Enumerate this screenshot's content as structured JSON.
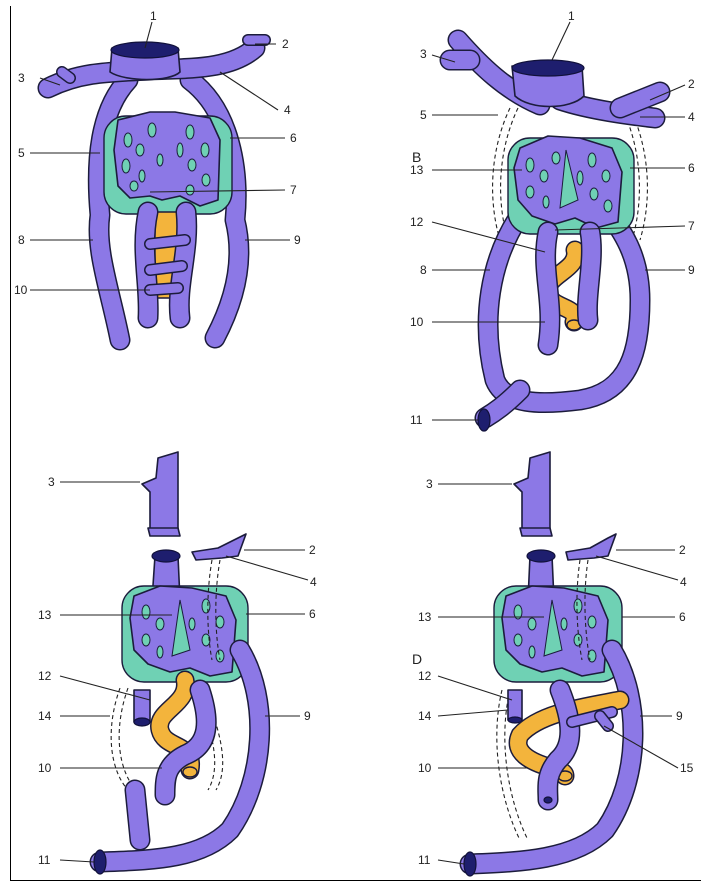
{
  "panels": {
    "b": "B",
    "d": "D"
  },
  "labels": {
    "a": {
      "n1": "1",
      "n2": "2",
      "n3": "3",
      "n4": "4",
      "n5": "5",
      "n6": "6",
      "n7": "7",
      "n8": "8",
      "n9": "9",
      "n10": "10"
    },
    "b": {
      "n1": "1",
      "n2": "2",
      "n3": "3",
      "n4": "4",
      "n5": "5",
      "n6": "6",
      "n7": "7",
      "n8": "8",
      "n9": "9",
      "n10": "10",
      "n11": "11",
      "n12": "12",
      "n13": "13"
    },
    "c": {
      "n2": "2",
      "n3": "3",
      "n4": "4",
      "n6": "6",
      "n9": "9",
      "n10": "10",
      "n11": "11",
      "n12": "12",
      "n13": "13",
      "n14": "14"
    },
    "d": {
      "n2": "2",
      "n3": "3",
      "n4": "4",
      "n6": "6",
      "n9": "9",
      "n10": "10",
      "n11": "11",
      "n12": "12",
      "n13": "13",
      "n14": "14",
      "n15": "15"
    }
  },
  "colors": {
    "vein": "#8c78e6",
    "liver": "#6fd1b4",
    "duct": "#f3b43c",
    "vessel_lumen": "#1e1e6e"
  }
}
